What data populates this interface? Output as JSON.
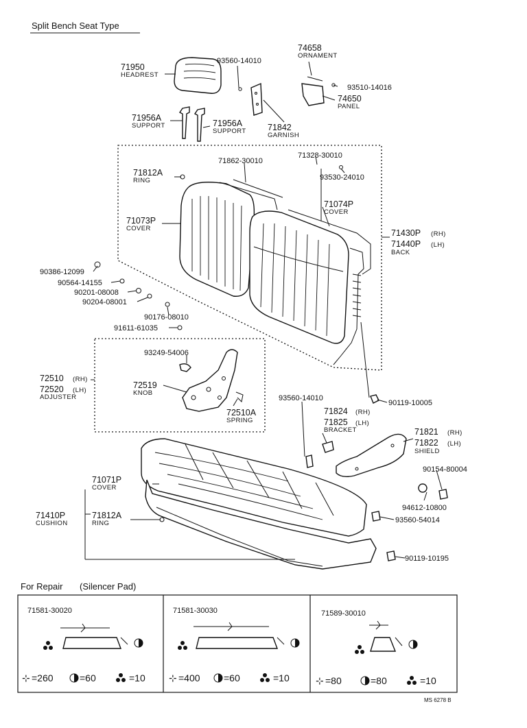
{
  "title": "Split Bench Seat Type",
  "footer_code": "MS 6278 B",
  "labels": {
    "p71950": "71950",
    "p71950n": "HEADREST",
    "p93560a": "93560-14010",
    "p74658": "74658",
    "p74658n": "ORNAMENT",
    "p93510": "93510-14016",
    "p74650": "74650",
    "p74650n": "PANEL",
    "p71956a1": "71956A",
    "p71956a1n": "SUPPORT",
    "p71956a2": "71956A",
    "p71956a2n": "SUPPORT",
    "p71842": "71842",
    "p71842n": "GARNISH",
    "p71862": "71862-30010",
    "p71328": "71328-30010",
    "p93530": "93530-24010",
    "p71812a1": "71812A",
    "p71812a1n": "RING",
    "p71074": "71074P",
    "p71074n": "COVER",
    "p71073": "71073P",
    "p71073n": "COVER",
    "p71430": "71430P",
    "p71430s": "(RH)",
    "p71440": "71440P",
    "p71440s": "(LH)",
    "p71440n": "BACK",
    "p90386": "90386-12099",
    "p90564": "90564-14155",
    "p90201": "90201-08008",
    "p90204": "90204-08001",
    "p90176": "90176-08010",
    "p91611": "91611-61035",
    "p93249": "93249-54006",
    "p72510": "72510",
    "p72510s": "(RH)",
    "p72520": "72520",
    "p72520s": "(LH)",
    "p72520n": "ADJUSTER",
    "p72519": "72519",
    "p72519n": "KNOB",
    "p72510a": "72510A",
    "p72510an": "SPRING",
    "p90119a": "90119-10005",
    "p93560b": "93560-14010",
    "p71824": "71824",
    "p71824s": "(RH)",
    "p71825": "71825",
    "p71825s": "(LH)",
    "p71825n": "BRACKET",
    "p71821": "71821",
    "p71821s": "(RH)",
    "p71822": "71822",
    "p71822s": "(LH)",
    "p71822n": "SHIELD",
    "p90154": "90154-80004",
    "p71071": "71071P",
    "p71071n": "COVER",
    "p94612": "94612-10800",
    "p71410": "71410P",
    "p71410n": "CUSHION",
    "p71812a2": "71812A",
    "p71812a2n": "RING",
    "p93560c": "93560-54014",
    "p90119b": "90119-10195"
  },
  "repair": {
    "heading": "For Repair",
    "subheading": "(Silencer Pad)",
    "pads": [
      {
        "part": "71581-30020",
        "length": "=260",
        "width": "=60",
        "qty": "=10"
      },
      {
        "part": "71581-30030",
        "length": "=400",
        "width": "=60",
        "qty": "=10"
      },
      {
        "part": "71589-30010",
        "length": "=80",
        "width": "=80",
        "qty": "=10"
      }
    ]
  }
}
